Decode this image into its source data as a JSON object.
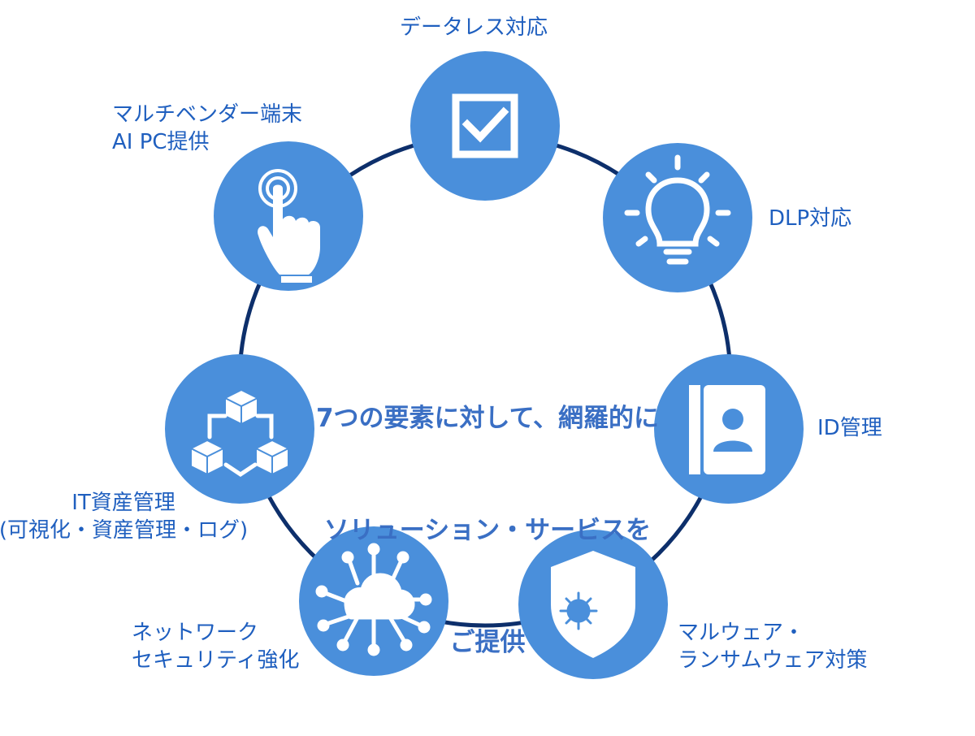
{
  "center": {
    "line1": "7つの要素に対して、網羅的に",
    "line2": "ソリューション・サービスを",
    "line3": "ご提供"
  },
  "elements": [
    {
      "id": "dataless",
      "label": "データレス対応",
      "icon": "checkbox-icon"
    },
    {
      "id": "dlp",
      "label": "DLP対応",
      "icon": "lightbulb-icon"
    },
    {
      "id": "id-mgmt",
      "label": "ID管理",
      "icon": "contact-book-icon"
    },
    {
      "id": "malware",
      "label": "マルウェア・\nランサムウェア対策",
      "icon": "virus-shield-icon"
    },
    {
      "id": "network",
      "label": "ネットワーク\nセキュリティ強化",
      "icon": "cloud-network-icon"
    },
    {
      "id": "it-asset",
      "label": "IT資産管理\n(可視化・資産管理・ログ)",
      "icon": "cubes-icon"
    },
    {
      "id": "multivendor",
      "label": "マルチベンダー端末\nAI PC提供",
      "icon": "touch-hand-icon"
    }
  ],
  "colors": {
    "node_fill": "#4a8fdb",
    "ring": "#0d2f6b",
    "label_text": "#1f5fbf",
    "center_text": "#3a6fc4"
  }
}
